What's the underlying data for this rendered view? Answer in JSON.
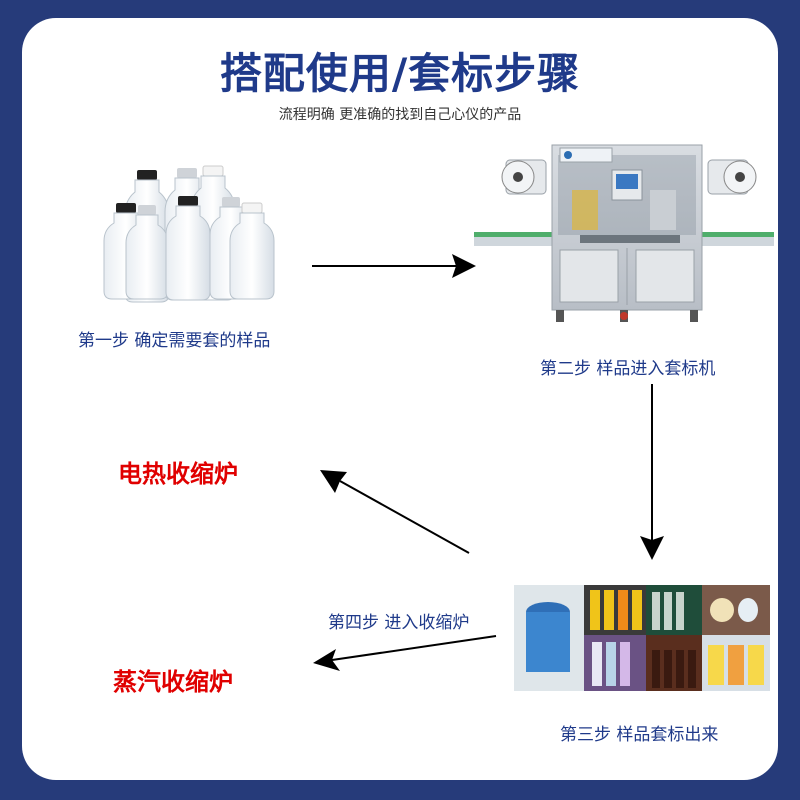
{
  "header": {
    "title": "搭配使用/套标步骤",
    "subtitle": "流程明确 更准确的找到自己心仪的产品"
  },
  "steps": {
    "step1": "第一步 确定需要套的样品",
    "step2": "第二步 样品进入套标机",
    "step3": "第三步 样品套标出来",
    "step4": "第四步 进入收缩炉"
  },
  "ovens": {
    "electric": "电热收缩炉",
    "steam": "蒸汽收缩炉"
  },
  "colors": {
    "background": "#263b7a",
    "title": "#1f3a8a",
    "accent_red": "#e00000"
  },
  "illustrations": [
    "plastic-bottles",
    "sleeve-labeling-machine",
    "labeled-products-collage"
  ]
}
